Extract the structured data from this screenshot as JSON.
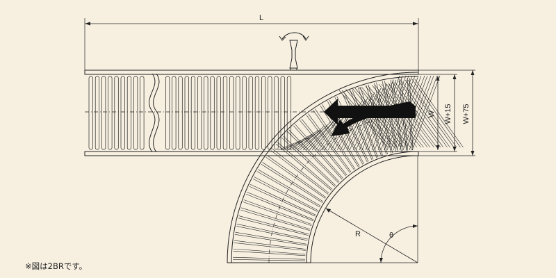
{
  "dimensions": {
    "length": "L",
    "width": "W",
    "width_plus_15": "W+15",
    "width_plus_75": "W+75",
    "radius": "R",
    "angle": "θ"
  },
  "note": "※図は2BRです。",
  "colors": {
    "background": "#f7f0e1",
    "line": "#222222",
    "flow_arrow": "#111111"
  },
  "icons": {
    "rotation_indicator": "curved-double-arrow-icon",
    "flow": "merge-arrow-icon"
  }
}
